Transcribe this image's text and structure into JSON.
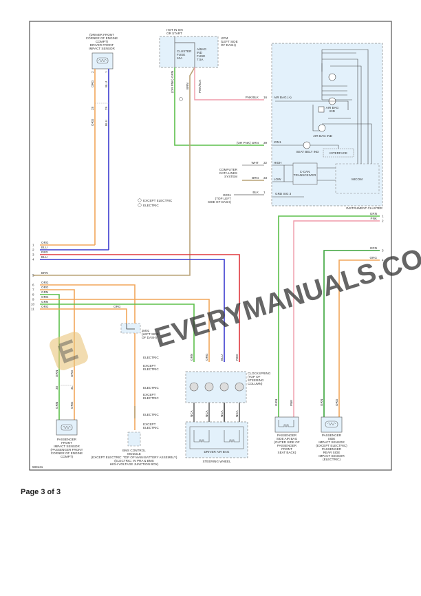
{
  "page": {
    "label": "Page 3 of 3"
  },
  "figure_id": "588131",
  "colors": {
    "org": "#f2a65a",
    "blu": "#3a3acf",
    "red": "#e0393e",
    "grn": "#5cbf4a",
    "brn": "#b9a277",
    "pnk": "#ef9aa8",
    "box": "#e3f1fb"
  },
  "components": {
    "driver_sensor": [
      "(DRIVER FRONT",
      "CORNER OF ENGINE",
      "COMPT)",
      "DRIVER FRONT",
      "IMPACT SENSOR"
    ],
    "hot_label": [
      "HOT IN ON",
      "OR START"
    ],
    "ijpm_label": [
      "IJPM",
      "(LEFT SIDE",
      "OF DASH)"
    ],
    "fuse_cluster": [
      "CLUSTER",
      "FUSE",
      "10A"
    ],
    "fuse_airbag": [
      "A/BAG",
      "IND",
      "FUSE",
      "7.5A"
    ],
    "instrument_cluster": "INSTRUMENT CLUSTER",
    "airbag_ind": "AIR BAG IND",
    "airbag_ind2": [
      "AIR BAG",
      "IND"
    ],
    "airbag_plus": "AIR BAG (+)",
    "seat_belt_ind": "SEAT BELT IND",
    "interface": "INTERFACE",
    "transceiver": [
      "C-CAN",
      "TRANSCEIVER"
    ],
    "micom": "MICOM",
    "ign1": "IGN1",
    "high": "HIGH",
    "low": "LOW",
    "grd_sig": "GRD SIG 3",
    "computer_data": [
      "COMPUTER",
      "DATA LINES",
      "SYSTEM"
    ],
    "gr01": [
      "GR01",
      "(TOP LEFT",
      "SIDE OF DASH)"
    ],
    "legend": [
      "EXCEPT ELECTRIC",
      "ELECTRIC"
    ],
    "jm01": [
      "JM01",
      "(LEFT SIDE",
      "OF DASH)"
    ],
    "clockspring": [
      "CLOCKSPRING",
      "(TOP OF",
      "STEERING",
      "COLUMN)"
    ],
    "driver_airbag": "DRIVER AIR BAG",
    "steering_wheel": "STEERING WHEEL",
    "pass_sensor": [
      "PASSENGER",
      "FRONT",
      "IMPACT SENSOR",
      "(PASSENGER FRONT",
      "CORNER OF ENGINE",
      "COMPT)"
    ],
    "bms": [
      "BMS CONTROL",
      "MODULE",
      "(EXCEPT ELECTRIC: TOP OF MAIN BATTERY ASSEMBLY)",
      "(ELECTRIC: IN PRA & BMS",
      "HIGH VOLTAGE JUNCTION BOX)"
    ],
    "side_airbag": [
      "PASSENGER",
      "SIDE AIR BAG",
      "(OUTER SIDE OF",
      "PASSENGER",
      "FRONT",
      "SEAT BACK)"
    ],
    "side_sensor": [
      "PASSENGER",
      "SIDE",
      "IMPACT SENSOR",
      "(EXCEPT ELECTRIC)",
      "PASSENGER",
      "REAR SIDE",
      "IMPACT SENSOR",
      "(ELECTRIC)"
    ],
    "electric": "ELECTRIC",
    "except_electric": [
      "EXCEPT",
      "ELECTRIC"
    ]
  },
  "wires": {
    "left": [
      {
        "pin": "1",
        "color": "ORG"
      },
      {
        "pin": "2",
        "color": "BLU"
      },
      {
        "pin": "3",
        "color": "RED"
      },
      {
        "pin": "4",
        "color": "BLU"
      },
      {
        "pin": "5",
        "color": "BRN"
      },
      {
        "pin": "6",
        "color": "ORG"
      },
      {
        "pin": "7",
        "color": "ORG"
      },
      {
        "pin": "8",
        "color": "GRN"
      },
      {
        "pin": "9",
        "color": "ORG"
      },
      {
        "pin": "10",
        "color": "GRN"
      },
      {
        "pin": "11",
        "color": "ORG"
      }
    ],
    "right": [
      {
        "pin": "1",
        "color": "GRN"
      },
      {
        "pin": "2",
        "color": "PNK"
      },
      {
        "pin": "3",
        "color": "GRN"
      },
      {
        "pin": "4",
        "color": "ORG"
      }
    ],
    "cluster_pins": [
      {
        "pin": "16",
        "label": "PNK/BLK"
      },
      {
        "pin": "39",
        "label": "(OR PNK) GRN"
      },
      {
        "pin": "32",
        "label": "WHT"
      },
      {
        "pin": "33",
        "label": "BRN"
      },
      {
        "pin": "1",
        "label": "BLK"
      }
    ],
    "sensor_pins": {
      "driver": [
        "2",
        "1"
      ],
      "driver_mid": [
        "28",
        "29"
      ],
      "pass": [
        "1",
        "2"
      ],
      "pass_mid": [
        "30",
        "31"
      ]
    },
    "clock_pins": [
      "GRN",
      "ORG",
      "BLU",
      "RED"
    ],
    "sw_wires": [
      "NCA",
      "NCA",
      "NCA",
      "NCA"
    ],
    "vert_labels": {
      "org": "ORG",
      "blu": "BLU",
      "grn": "GRN",
      "pnk": "PNK",
      "brn": "BRN",
      "pnkblk": "PNK/BLK",
      "orpnk": "(OR PNK) GRN"
    }
  },
  "watermark": "EVERYMANUALS.COM"
}
